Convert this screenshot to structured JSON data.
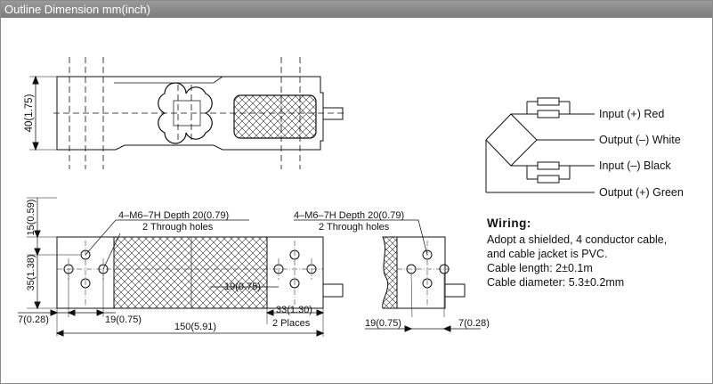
{
  "header": {
    "title": "Outline Dimension mm(inch)"
  },
  "top_view": {
    "height_label": "40(1.75)"
  },
  "front_view": {
    "hole_note_1": "4–M6–7H Depth 20(0.79)",
    "hole_note_2": "2 Through holes",
    "dim_15": "15(0.59)",
    "dim_35": "35(1.38)",
    "dim_7": "7(0.28)",
    "dim_19_left": "19(0.75)",
    "dim_19_mid": "19(0.75)",
    "dim_33": "33(1.30)",
    "dim_2places": "2 Places",
    "dim_150": "150(5.91)"
  },
  "side_view": {
    "hole_note_1": "4–M6–7H Depth 20(0.79)",
    "hole_note_2": "2 Through holes",
    "dim_19": "19(0.75)",
    "dim_7": "7(0.28)"
  },
  "wiring_diagram": {
    "labels": [
      "Input (+) Red",
      "Output (–) White",
      "Input (–) Black",
      "Output (+) Green"
    ]
  },
  "wiring": {
    "title": "Wiring:",
    "lines": [
      "Adopt a shielded, 4 conductor cable,",
      "and cable jacket is PVC.",
      "Cable length: 2±0.1m",
      "Cable diameter: 5.3±0.2mm"
    ]
  },
  "colors": {
    "header_bg": "#8a8a8a",
    "header_text": "#ffffff",
    "line": "#111111"
  }
}
